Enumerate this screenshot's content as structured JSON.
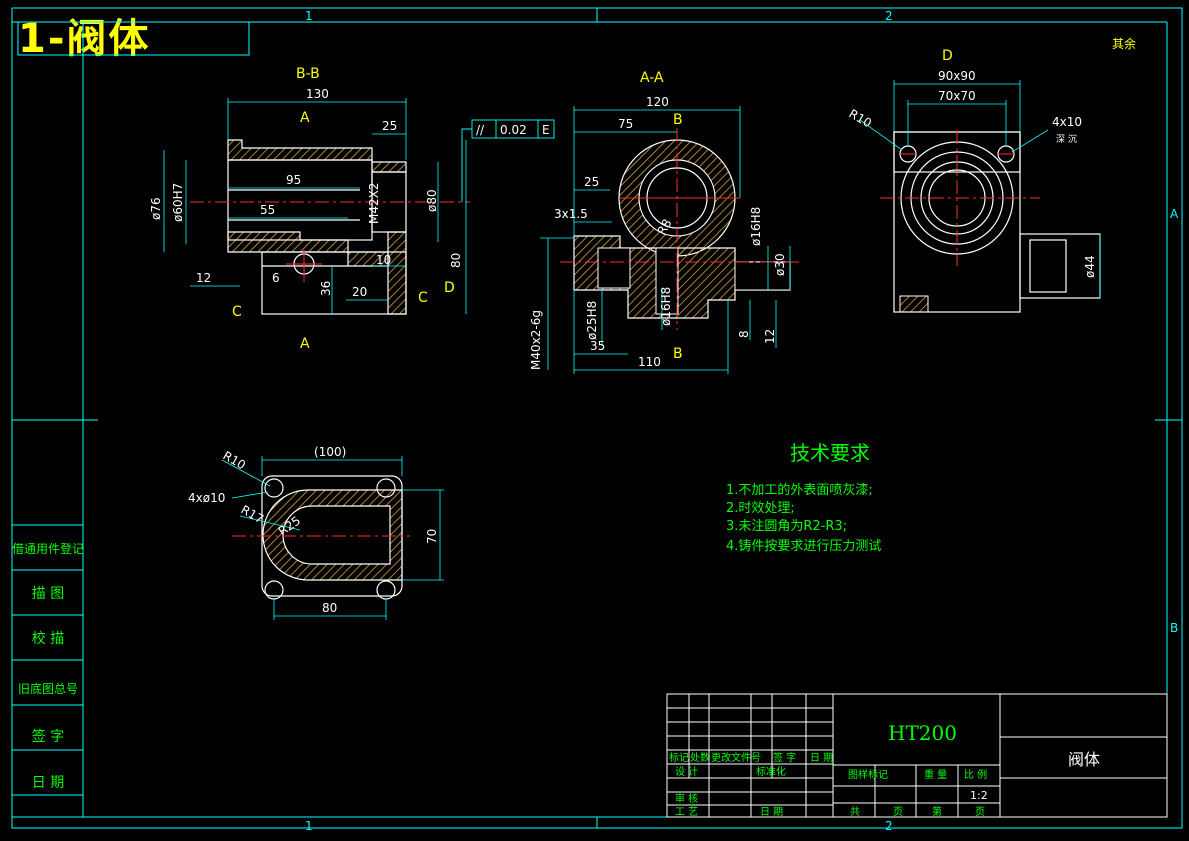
{
  "title": "1-阀体",
  "corner_note": "其余",
  "zones": {
    "top_1": "1",
    "top_2": "2",
    "bottom_1": "1",
    "bottom_2": "2",
    "right_a": "A",
    "right_b": "B"
  },
  "views": {
    "bb": {
      "label": "B-B",
      "dims": {
        "total": "130",
        "d25": "25",
        "d95": "95",
        "d55": "55",
        "d12": "12",
        "d36": "36",
        "d20": "20",
        "d10": "10",
        "d80": "80",
        "d6": "6",
        "dia76": "ø76",
        "dia60h7": "ø60H7",
        "m42": "M42X2",
        "dia80": "ø80"
      },
      "sec_a_top": "A",
      "sec_a_bot": "A",
      "sec_c_left": "C",
      "sec_c_right": "C",
      "sec_d": "D",
      "tol_sym": "//",
      "tol_val": "0.02",
      "tol_ref": "E"
    },
    "aa": {
      "label": "A-A",
      "dims": {
        "d120": "120",
        "d75": "75",
        "d25": "25",
        "d3x15": "3x1.5",
        "r8": "R8",
        "dia16h8_top": "ø16H8",
        "dia30": "ø30",
        "m40": "M40x2-6g",
        "dia25h8": "ø25H8",
        "dia16h8_bot": "ø16H8",
        "d35": "35",
        "d110": "110",
        "d8": "8",
        "d12": "12"
      },
      "sec_b_top": "B",
      "sec_b_bot": "B"
    },
    "d": {
      "label": "D",
      "dims": {
        "d90": "90x90",
        "d70": "70x70",
        "r10": "R10",
        "holes": "4x10",
        "holes_sub": "深  沉",
        "dia44": "ø44"
      }
    },
    "c": {
      "dims": {
        "d100": "(100)",
        "r10": "R10",
        "holes": "4xø10",
        "r17": "R17",
        "r25": "R25",
        "d70": "70",
        "d80": "80"
      }
    }
  },
  "tech": {
    "heading": "技术要求",
    "items": [
      "1.不加工的外表面喷灰漆;",
      "2.时效处理;",
      "3.未注圆角为R2-R3;",
      "4.铸件按要求进行压力测试"
    ]
  },
  "side_panel": [
    "借通用件登记",
    "描  图",
    "校  描",
    "旧底图总号",
    "签  字",
    "日  期"
  ],
  "title_block": {
    "material": "HT200",
    "part_name": "阀体",
    "row_labels": [
      "标记",
      "处数",
      "更改文件号",
      "签 字",
      "日 期"
    ],
    "design": "设 计",
    "standard": "标准化",
    "review": "审 核",
    "process": "工 艺",
    "date": "日 期",
    "stage": "图样标记",
    "weight": "重 量",
    "scale_label": "比 例",
    "scale": "1:2",
    "total_sheets": "共",
    "sheets_unit": "页",
    "sheet_no": "第",
    "sheet_unit": "页"
  }
}
